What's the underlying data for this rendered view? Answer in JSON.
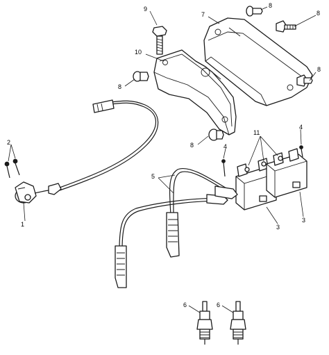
{
  "callouts": {
    "c1": "1",
    "c2": "2",
    "c3a": "3",
    "c3b": "3",
    "c4a": "4",
    "c4b": "4",
    "c5": "5",
    "c6a": "6",
    "c6b": "6",
    "c7": "7",
    "c8a": "8",
    "c8b": "8",
    "c8c": "8",
    "c8d": "8",
    "c8e": "8",
    "c9": "9",
    "c10": "10",
    "c11": "11"
  }
}
